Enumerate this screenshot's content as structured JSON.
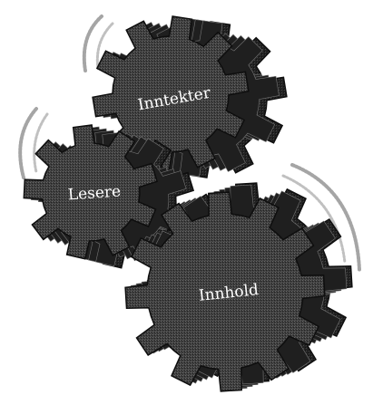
{
  "diagram": {
    "gears": [
      {
        "id": "inntekter",
        "label": "Inntekter"
      },
      {
        "id": "lesere",
        "label": "Lesere"
      },
      {
        "id": "innhold",
        "label": "Innhold"
      }
    ],
    "colors": {
      "gear_face": "#3d3d3d",
      "gear_side": "#1f1f1f",
      "gear_stroke": "#0e0e0e",
      "label": "#ffffff",
      "motion_arc": "#9a9a9a"
    }
  }
}
